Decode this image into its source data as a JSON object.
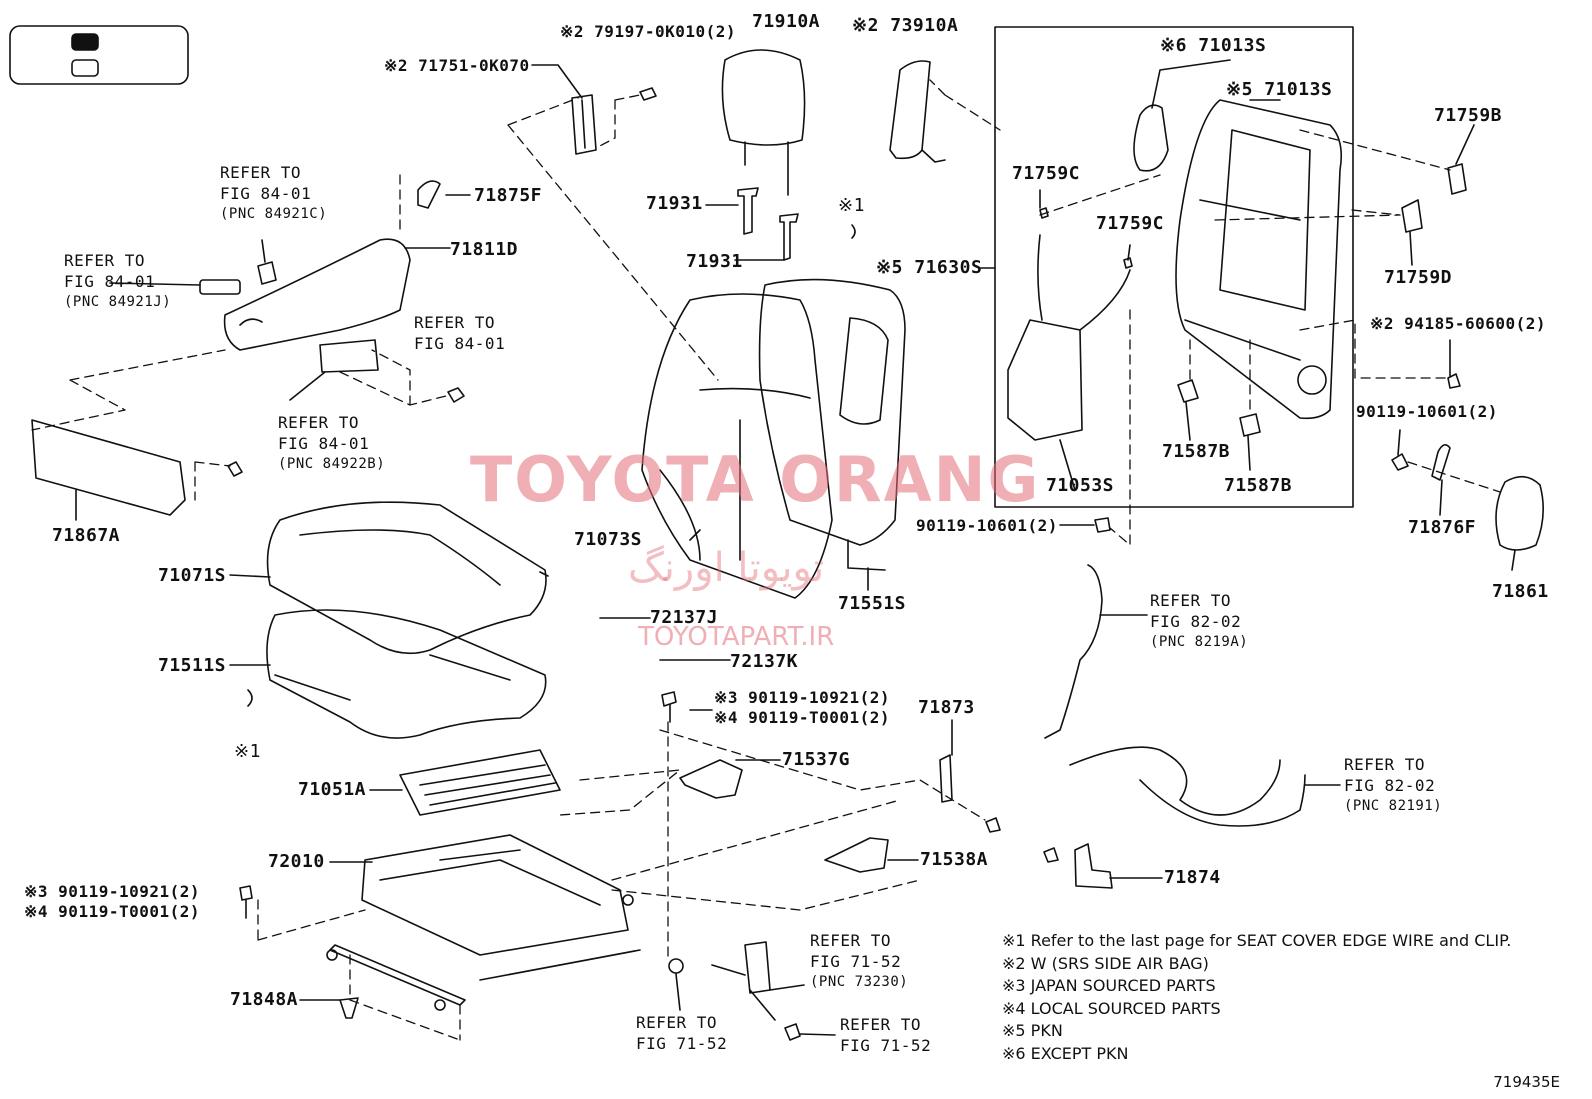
{
  "parts": {
    "p71910A": "71910A",
    "p73910A": "※2 73910A",
    "p79197": "※2 79197-0K010(2)",
    "p71751": "※2 71751-0K070",
    "p71013S_6": "※6 71013S",
    "p71013S_5": "※5 71013S",
    "p71759B": "71759B",
    "p71759C_a": "71759C",
    "p71759C_b": "71759C",
    "p71759D": "71759D",
    "p71875F": "71875F",
    "p71811D": "71811D",
    "p71931_a": "71931",
    "p71931_b": "71931",
    "x1_top": "※1",
    "p71630S": "※5 71630S",
    "p294185": "※2 94185-60600(2)",
    "p90119_10601_r": "90119-10601(2)",
    "p71053S": "71053S",
    "p71587B_a": "71587B",
    "p71587B_b": "71587B",
    "p71876F": "71876F",
    "p71861": "71861",
    "p71867A": "71867A",
    "p71071S": "71071S",
    "p71073S": "71073S",
    "p71551S": "71551S",
    "p90119_10601_m": "90119-10601(2)",
    "p72137J": "72137J",
    "p72137K": "72137K",
    "p71511S": "71511S",
    "x1_left": "※1",
    "p90119_10921_c": "※3 90119-10921(2)",
    "p90119_T0001_c": "※4 90119-T0001(2)",
    "p71873": "71873",
    "p71537G": "71537G",
    "p71051A": "71051A",
    "p72010": "72010",
    "p71538A": "71538A",
    "p71874": "71874",
    "p90119_10921_l": "※3 90119-10921(2)",
    "p90119_T0001_l": "※4 90119-T0001(2)",
    "p71848A": "71848A"
  },
  "refs": {
    "r1": {
      "l1": "REFER TO",
      "l2": "FIG 84-01",
      "l3": "(PNC 84921C)"
    },
    "r2": {
      "l1": "REFER TO",
      "l2": "FIG 84-01",
      "l3": "(PNC 84921J)"
    },
    "r3": {
      "l1": "REFER TO",
      "l2": "FIG 84-01"
    },
    "r4": {
      "l1": "REFER TO",
      "l2": "FIG 84-01",
      "l3": "(PNC 84922B)"
    },
    "r5": {
      "l1": "REFER TO",
      "l2": "FIG 82-02",
      "l3": "(PNC 8219A)"
    },
    "r6": {
      "l1": "REFER TO",
      "l2": "FIG 82-02",
      "l3": "(PNC 82191)"
    },
    "r7": {
      "l1": "REFER TO",
      "l2": "FIG 71-52",
      "l3": "(PNC 73230)"
    },
    "r8": {
      "l1": "REFER TO",
      "l2": "FIG 71-52"
    },
    "r9": {
      "l1": "REFER TO",
      "l2": "FIG 71-52"
    }
  },
  "legend": [
    "※1  Refer to the last page for SEAT COVER EDGE WIRE and CLIP.",
    "※2  W (SRS SIDE AIR BAG)",
    "※3  JAPAN SOURCED PARTS",
    "※4  LOCAL SOURCED PARTS",
    "※5  PKN",
    "※6  EXCEPT PKN"
  ],
  "watermark": {
    "title": "TOYOTA ORANG",
    "persian": "تویوتا اورنگ",
    "url": "TOYOTAPART.IR"
  },
  "figure_number": "719435E"
}
